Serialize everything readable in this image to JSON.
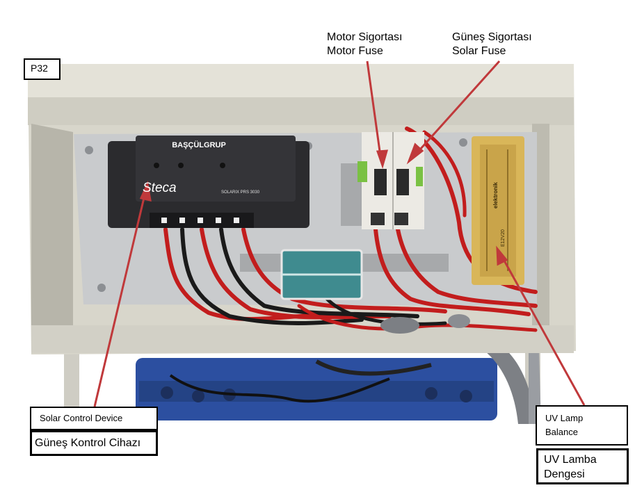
{
  "labels": {
    "panel_id": "P32",
    "motor_fuse_tr": "Motor Sigortası",
    "motor_fuse_en": "Motor Fuse",
    "solar_fuse_tr": "Güneş Sigortası",
    "solar_fuse_en": "Solar Fuse",
    "solar_control_en": "Solar Control  Device",
    "solar_control_tr": "Güneş Kontrol Cihazı",
    "uv_lamp_en_line1": "UV  Lamp",
    "uv_lamp_en_line2": "Balance",
    "uv_lamp_tr_line1": "UV Lamba",
    "uv_lamp_tr_line2": "Dengesi"
  },
  "photo_text": {
    "brand": "BAŞÇÜLGRUP",
    "controller_logo": "Steca",
    "controller_model": "SOLARIX PRS 3030",
    "ballast_brand": "elektronik",
    "ballast_rating": "E12V20"
  },
  "colors": {
    "arrow": "#c0393b",
    "frame": "#d8d6cb",
    "back_plate": "#c9cbcd",
    "controller": "#2b2b2e",
    "ballast": "#d9b659",
    "wire_red": "#c21d1d",
    "wire_black": "#1a1a1a",
    "base_blue": "#2c4fa0"
  }
}
